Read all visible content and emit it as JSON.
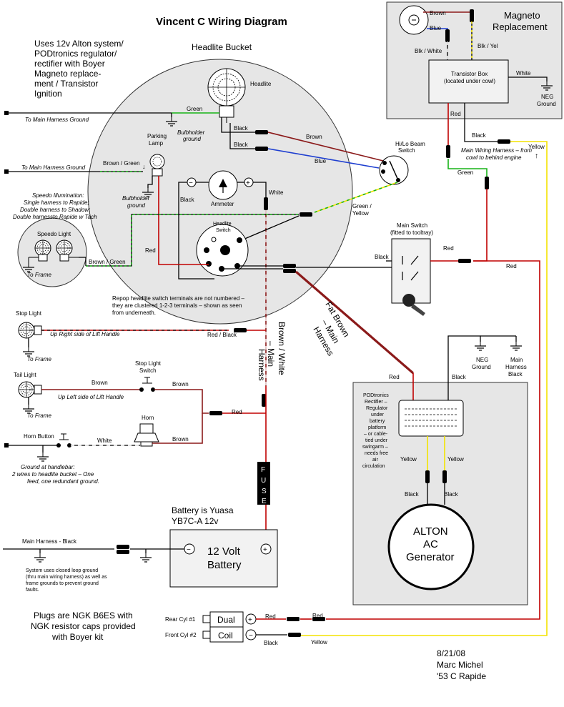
{
  "title": "Vincent C Wiring Diagram",
  "intro_lines": [
    "Uses 12v Alton system/",
    "PODtronics regulator/",
    "rectifier with Boyer",
    "Magneto replace-",
    "ment / Transistor",
    "Ignition"
  ],
  "headlite_bucket": {
    "title": "Headlite Bucket",
    "headlite": "Headlite",
    "parking_lamp": [
      "Parking",
      "Lamp"
    ],
    "bulbholder_ground_1": [
      "Bulbholder",
      "ground"
    ],
    "bulbholder_ground_2": [
      "Bulbholder",
      "ground"
    ],
    "ammeter": "Ammeter",
    "headlite_switch": [
      "Headlite",
      "Switch"
    ],
    "note": [
      "Repop headlite switch terminals are not numbered –",
      "they are clustered 1-2-3 terminals – shown as seen",
      "from underneath."
    ]
  },
  "magneto": {
    "title": [
      "Magneto",
      "Replacement"
    ],
    "transistor_box": [
      "Transistor Box",
      "(located under cowl)"
    ],
    "neg_ground": [
      "NEG",
      "Ground"
    ]
  },
  "hi_lo_switch": [
    "Hi/Lo Beam",
    "Switch"
  ],
  "main_switch": [
    "Main Switch",
    "(fitted to tooltray)"
  ],
  "main_wiring_note": [
    "Main Wiring Harness – from",
    "cowl to behind engine"
  ],
  "harness_brown_white": [
    "Brown / White",
    "– Main",
    "Harness"
  ],
  "harness_fat_brown": [
    "Fat Brown",
    "– Main",
    "Harness"
  ],
  "neg_ground_lower": [
    "NEG",
    "Ground"
  ],
  "main_harness_black": [
    "Main",
    "Harness",
    "Black"
  ],
  "podtronics": [
    "PODtronics",
    "Rectifier –",
    "Regulator",
    "under",
    "battery",
    "platform",
    "– or cable-",
    "tied under",
    "swingarm –",
    "needs free",
    "air",
    "circulation"
  ],
  "alton": [
    "ALTON",
    "AC",
    "Generator"
  ],
  "speedo": {
    "illumination_note": [
      "Speedo Illumination:",
      "Single harness to Rapide;",
      "Double harness to Shadow;",
      "Double harnessto Rapide w Tach"
    ],
    "light_label": "Speedo Light",
    "to_frame": "To Frame"
  },
  "main_harness_ground_1": "To Main Harness Ground",
  "main_harness_ground_2": "To Main Harness Ground",
  "stop_light": {
    "label": "Stop Light",
    "location": "Up Right side of Lift Handle",
    "to_frame": "To Frame",
    "switch_label": [
      "Stop Light",
      "Switch"
    ]
  },
  "tail_light": {
    "label": "Tail Light",
    "location": "Up Left side of Lift Handle",
    "to_frame": "To Frame"
  },
  "horn_label": "Horn",
  "horn_button": "Horn Button",
  "handlebar_note": [
    "Ground at handlebar:",
    "2 wires to headlite bucket – One",
    "feed, one redundant ground."
  ],
  "fuse_letters": [
    "F",
    "U",
    "S",
    "E"
  ],
  "battery_note": [
    "Battery is Yuasa",
    "YB7C-A 12v"
  ],
  "battery_label": [
    "12 Volt",
    "Battery"
  ],
  "battery_minus": "−",
  "battery_plus": "+",
  "main_harness_black_label": "Main Harness - Black",
  "ground_note": [
    "System uses closed loop ground",
    "(thru main wiring harness) as well as",
    "frame grounds to prevent ground",
    "faults."
  ],
  "plugs_note": [
    "Plugs are NGK B6ES with",
    "NGK resistor caps provided",
    "with Boyer kit"
  ],
  "coil": {
    "rear_label": "Rear Cyl #1",
    "front_label": "Front Cyl #2",
    "dual": "Dual",
    "coil": "Coil",
    "plus": "+",
    "minus": "−"
  },
  "signature": [
    "8/21/08",
    "Marc Michel",
    "'53 C Rapide"
  ],
  "ammeter_minus": "−",
  "ammeter_plus": "+",
  "wire_labels": {
    "brown_mag": "Brown",
    "blue_mag": "Blue",
    "blk_white": "Blk / White",
    "blk_yel": "Blk / Yel",
    "white_tb": "White",
    "red_tb": "Red",
    "black_tb": "Black",
    "green_main": "Green",
    "yellow_main": "Yellow",
    "green_head": "Green",
    "black_h1": "Black",
    "black_h2": "Black",
    "brown_h": "Brown",
    "blue_h": "Blue",
    "brown_green_park": "Brown / Green",
    "black_amm": "Black",
    "white_amm": "White",
    "green_yellow": [
      "Green /",
      "Yellow"
    ],
    "red_park": "Red",
    "brown_green_speedo": "Brown / Green",
    "black_ms": "Black",
    "red_ms": "Red",
    "red_ms2": "Red",
    "red_black": "Red / Black",
    "brown_tail": "Brown",
    "brown_sw": "Brown",
    "red_tail": "Red",
    "white_horn": "White",
    "brown_horn": "Brown",
    "red_pod": "Red",
    "black_pod": "Black",
    "yellow_pod1": "Yellow",
    "yellow_pod2": "Yellow",
    "black_gen1": "Black",
    "black_gen2": "Black",
    "red_coil": "Red",
    "red_coil2": "Red",
    "black_coil": "Black",
    "yellow_coil": "Yellow"
  },
  "colors": {
    "red": "#c00000",
    "brown": "#8b1a1a",
    "blue": "#1f3fd0",
    "green": "#17b317",
    "yellow": "#f3e300",
    "panel": "#e6e6e6"
  }
}
